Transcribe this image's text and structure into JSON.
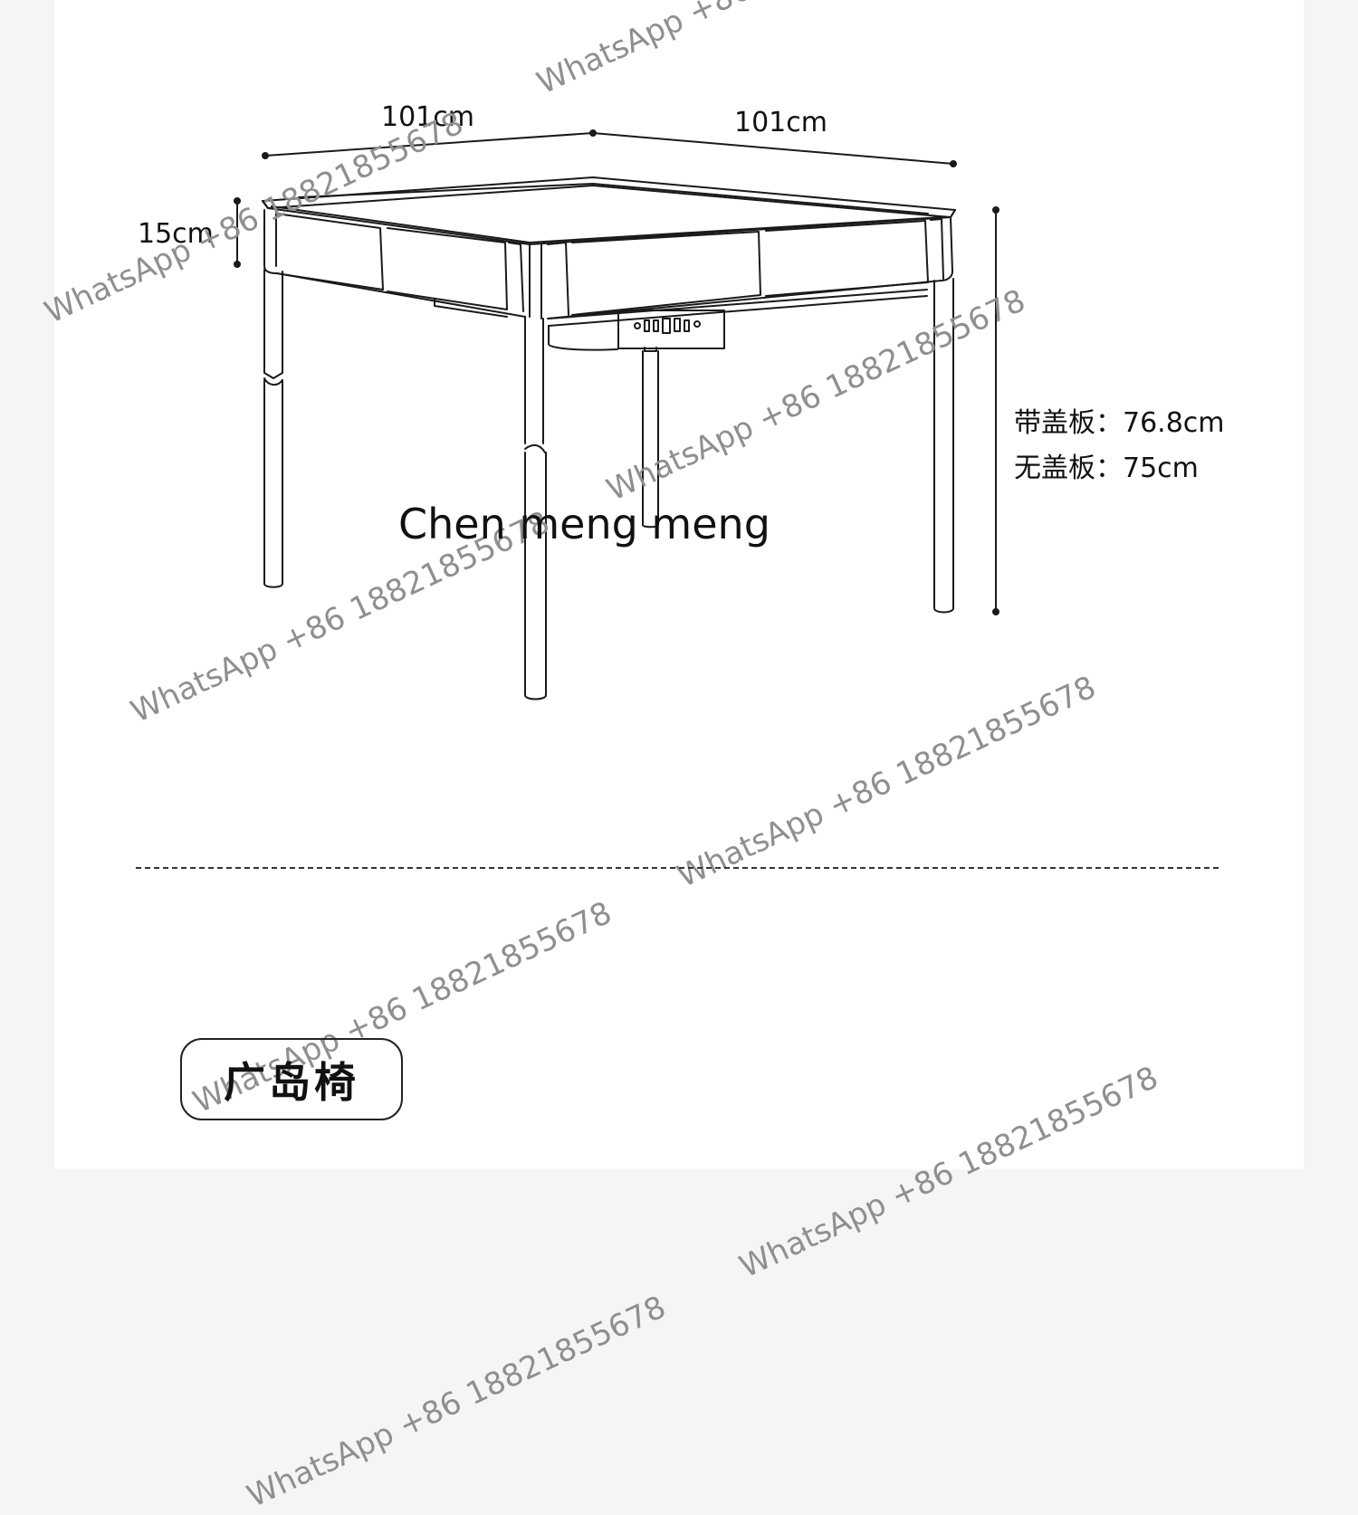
{
  "dimensions": {
    "width_left": "101cm",
    "width_right": "101cm",
    "frame_height": "15cm",
    "height_with_cover": "带盖板：76.8cm",
    "height_without_cover": "无盖板：75cm"
  },
  "caption": "Chen meng meng",
  "section_label": "广岛椅",
  "watermark_text": "WhatsApp +86 18821855678",
  "colors": {
    "line": "#1a1a1a",
    "watermark": "#8f8f8f",
    "background": "#ffffff"
  }
}
